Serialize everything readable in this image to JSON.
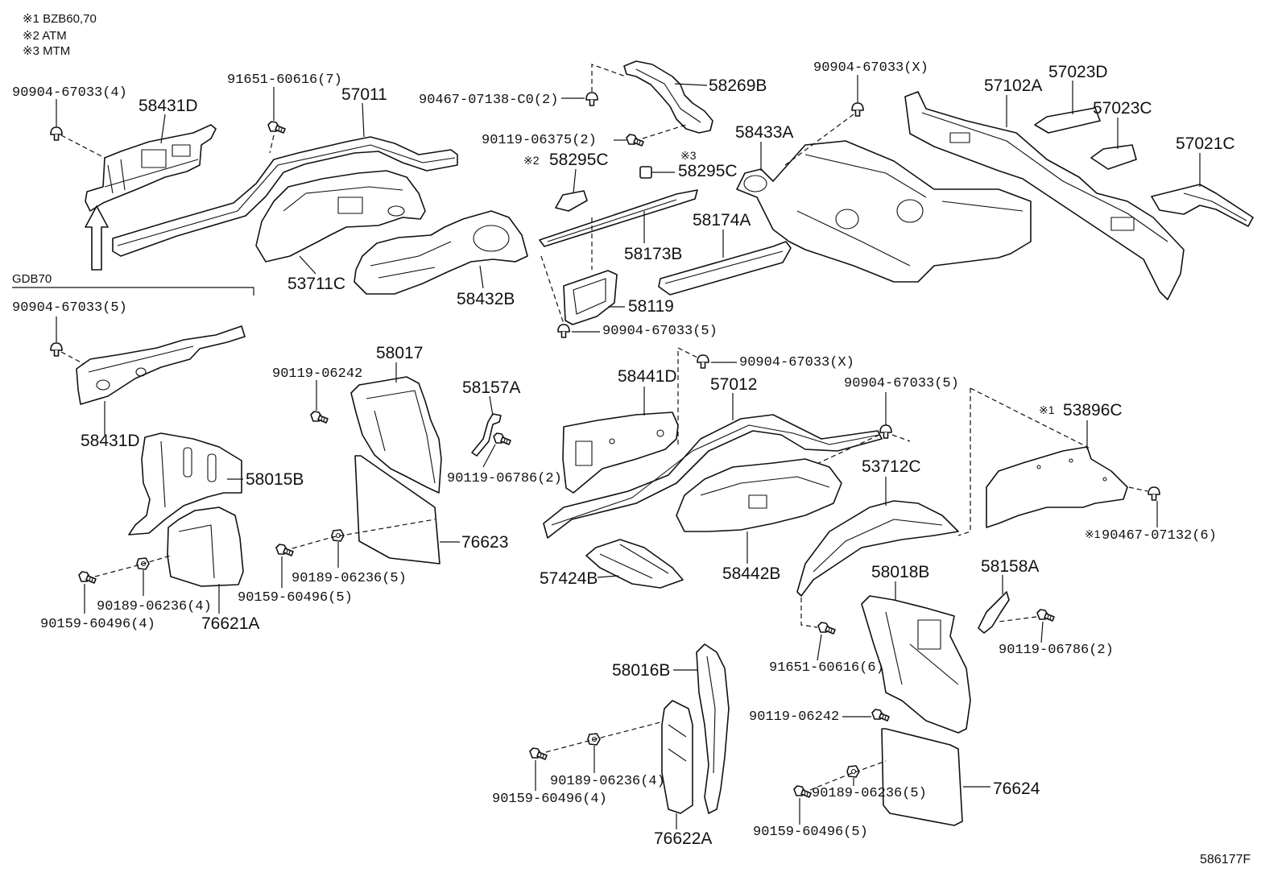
{
  "notes": [
    "※1 BZB60,70",
    "※2 ATM",
    "※3 MTM"
  ],
  "group_label": "GDB70",
  "catalog_code": "586177F",
  "colors": {
    "ink": "#111111",
    "background": "#ffffff"
  },
  "icons": [
    "bolt-icon",
    "clip-icon",
    "nut-icon",
    "arrow-up-icon"
  ],
  "parts": [
    {
      "number": "58431D"
    },
    {
      "number": "57011"
    },
    {
      "number": "58269B"
    },
    {
      "number": "57102A"
    },
    {
      "number": "57023D"
    },
    {
      "number": "57023C"
    },
    {
      "number": "57021C"
    },
    {
      "number": "58433A"
    },
    {
      "mark": "※2",
      "number": "58295C"
    },
    {
      "mark": "※3",
      "number": "58295C"
    },
    {
      "number": "58174A"
    },
    {
      "number": "58173B"
    },
    {
      "number": "53711C"
    },
    {
      "number": "58432B"
    },
    {
      "number": "58119"
    },
    {
      "number": "58017"
    },
    {
      "number": "58157A"
    },
    {
      "number": "58441D"
    },
    {
      "number": "57012"
    },
    {
      "mark": "※1",
      "number": "53896C"
    },
    {
      "number": "58431D"
    },
    {
      "number": "58015B"
    },
    {
      "number": "53712C"
    },
    {
      "number": "76623"
    },
    {
      "number": "57424B"
    },
    {
      "number": "58442B"
    },
    {
      "number": "58018B"
    },
    {
      "number": "58158A"
    },
    {
      "number": "76621A"
    },
    {
      "number": "58016B"
    },
    {
      "number": "76624"
    },
    {
      "number": "76622A"
    }
  ],
  "fasteners": [
    {
      "number": "90904-67033(4)"
    },
    {
      "number": "91651-60616(7)"
    },
    {
      "number": "90467-07138-C0(2)"
    },
    {
      "number": "90904-67033(X)"
    },
    {
      "number": "90119-06375(2)"
    },
    {
      "number": "90904-67033(5)"
    },
    {
      "number": "90904-67033(5)"
    },
    {
      "number": "90904-67033(X)"
    },
    {
      "number": "90119-06242"
    },
    {
      "number": "90904-67033(5)"
    },
    {
      "number": "90119-06786(2)"
    },
    {
      "mark": "※1",
      "number": "90467-07132(6)"
    },
    {
      "number": "90189-06236(5)"
    },
    {
      "number": "90159-60496(5)"
    },
    {
      "number": "90189-06236(4)"
    },
    {
      "number": "90159-60496(4)"
    },
    {
      "number": "90119-06786(2)"
    },
    {
      "number": "91651-60616(6)"
    },
    {
      "number": "90119-06242"
    },
    {
      "number": "90189-06236(4)"
    },
    {
      "number": "90159-60496(4)"
    },
    {
      "number": "90189-06236(5)"
    },
    {
      "number": "90159-60496(5)"
    }
  ]
}
